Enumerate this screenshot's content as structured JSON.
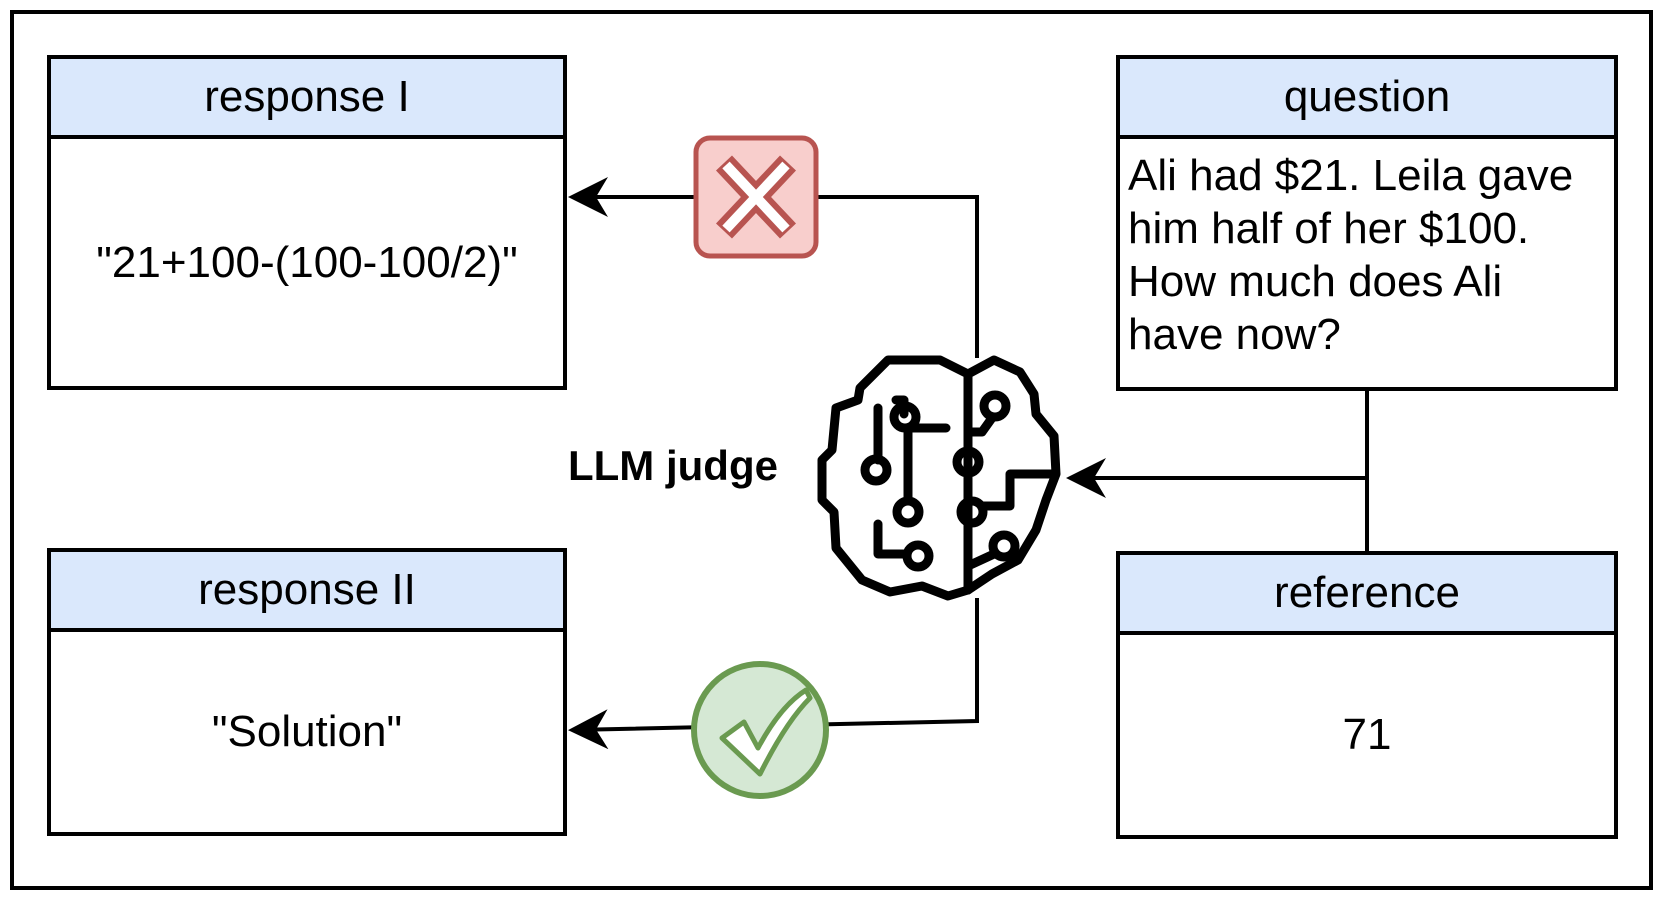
{
  "response1": {
    "title": "response I",
    "content": "\"21+100-(100-100/2)\""
  },
  "response2": {
    "title": "response II",
    "content": "\"Solution\""
  },
  "question": {
    "title": "question",
    "content": "Ali had $21. Leila gave him half of her $100. How much does Ali have now?"
  },
  "reference": {
    "title": "reference",
    "content": "71"
  },
  "judge": {
    "label": "LLM judge",
    "icon": "brain-circuit-icon"
  },
  "verdicts": {
    "response1": {
      "icon": "x-icon",
      "fill": "#f8cecc",
      "stroke": "#b85450"
    },
    "response2": {
      "icon": "check-icon",
      "fill": "#d5e8d4",
      "stroke": "#6a9a50"
    }
  },
  "colors": {
    "header_fill": "#dae8fc",
    "line": "#000000"
  }
}
